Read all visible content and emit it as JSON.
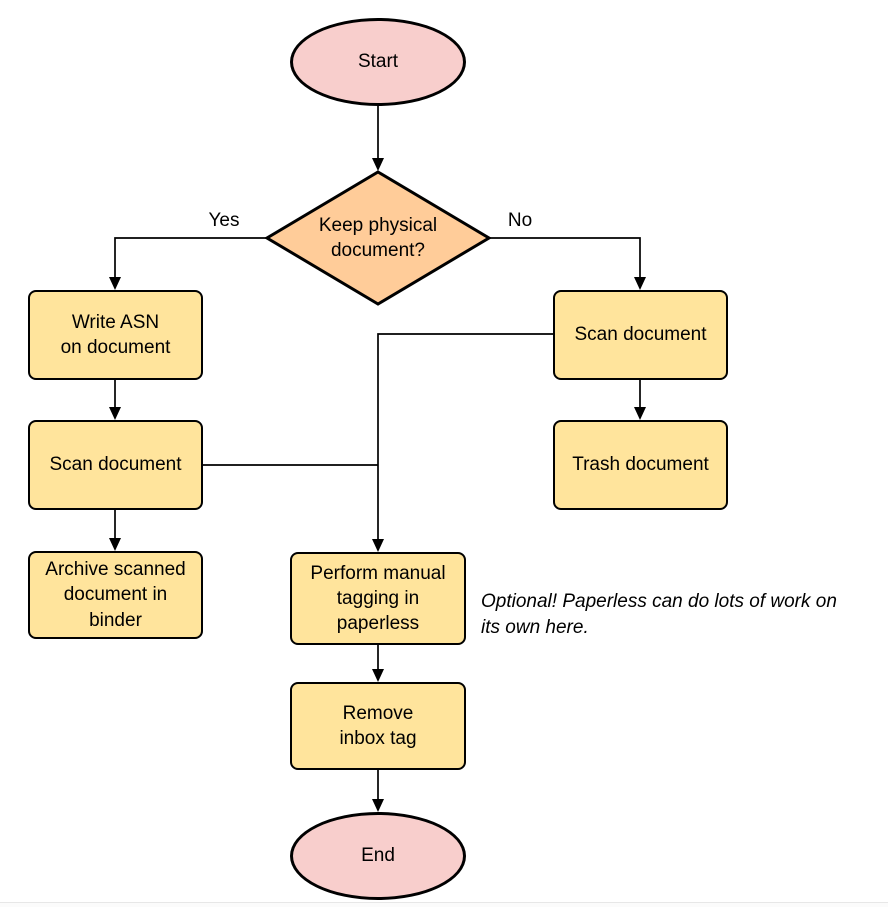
{
  "diagram": {
    "type": "flowchart",
    "nodes": {
      "start": {
        "label": "Start",
        "shape": "ellipse"
      },
      "decision_keep_physical": {
        "label": "Keep physical\ndocument?",
        "shape": "diamond"
      },
      "write_asn": {
        "label": "Write ASN\non document",
        "shape": "process"
      },
      "scan_document_left": {
        "label": "Scan document",
        "shape": "process"
      },
      "archive_binder": {
        "label": "Archive scanned\ndocument in\nbinder",
        "shape": "process"
      },
      "scan_document_right": {
        "label": "Scan document",
        "shape": "process"
      },
      "trash_document": {
        "label": "Trash document",
        "shape": "process"
      },
      "manual_tagging": {
        "label": "Perform manual\ntagging in\npaperless",
        "shape": "process"
      },
      "remove_inbox_tag": {
        "label": "Remove\ninbox tag",
        "shape": "process"
      },
      "end": {
        "label": "End",
        "shape": "ellipse"
      }
    },
    "edge_labels": {
      "yes": "Yes",
      "no": "No"
    },
    "annotation": "Optional! Paperless can do lots of work on\nits own here.",
    "colors": {
      "background": "#ffffff",
      "stroke": "#000000",
      "text": "#000000",
      "terminal_fill": "#f8cecc",
      "decision_fill": "#ffcc99",
      "process_fill": "#ffe49c"
    }
  }
}
